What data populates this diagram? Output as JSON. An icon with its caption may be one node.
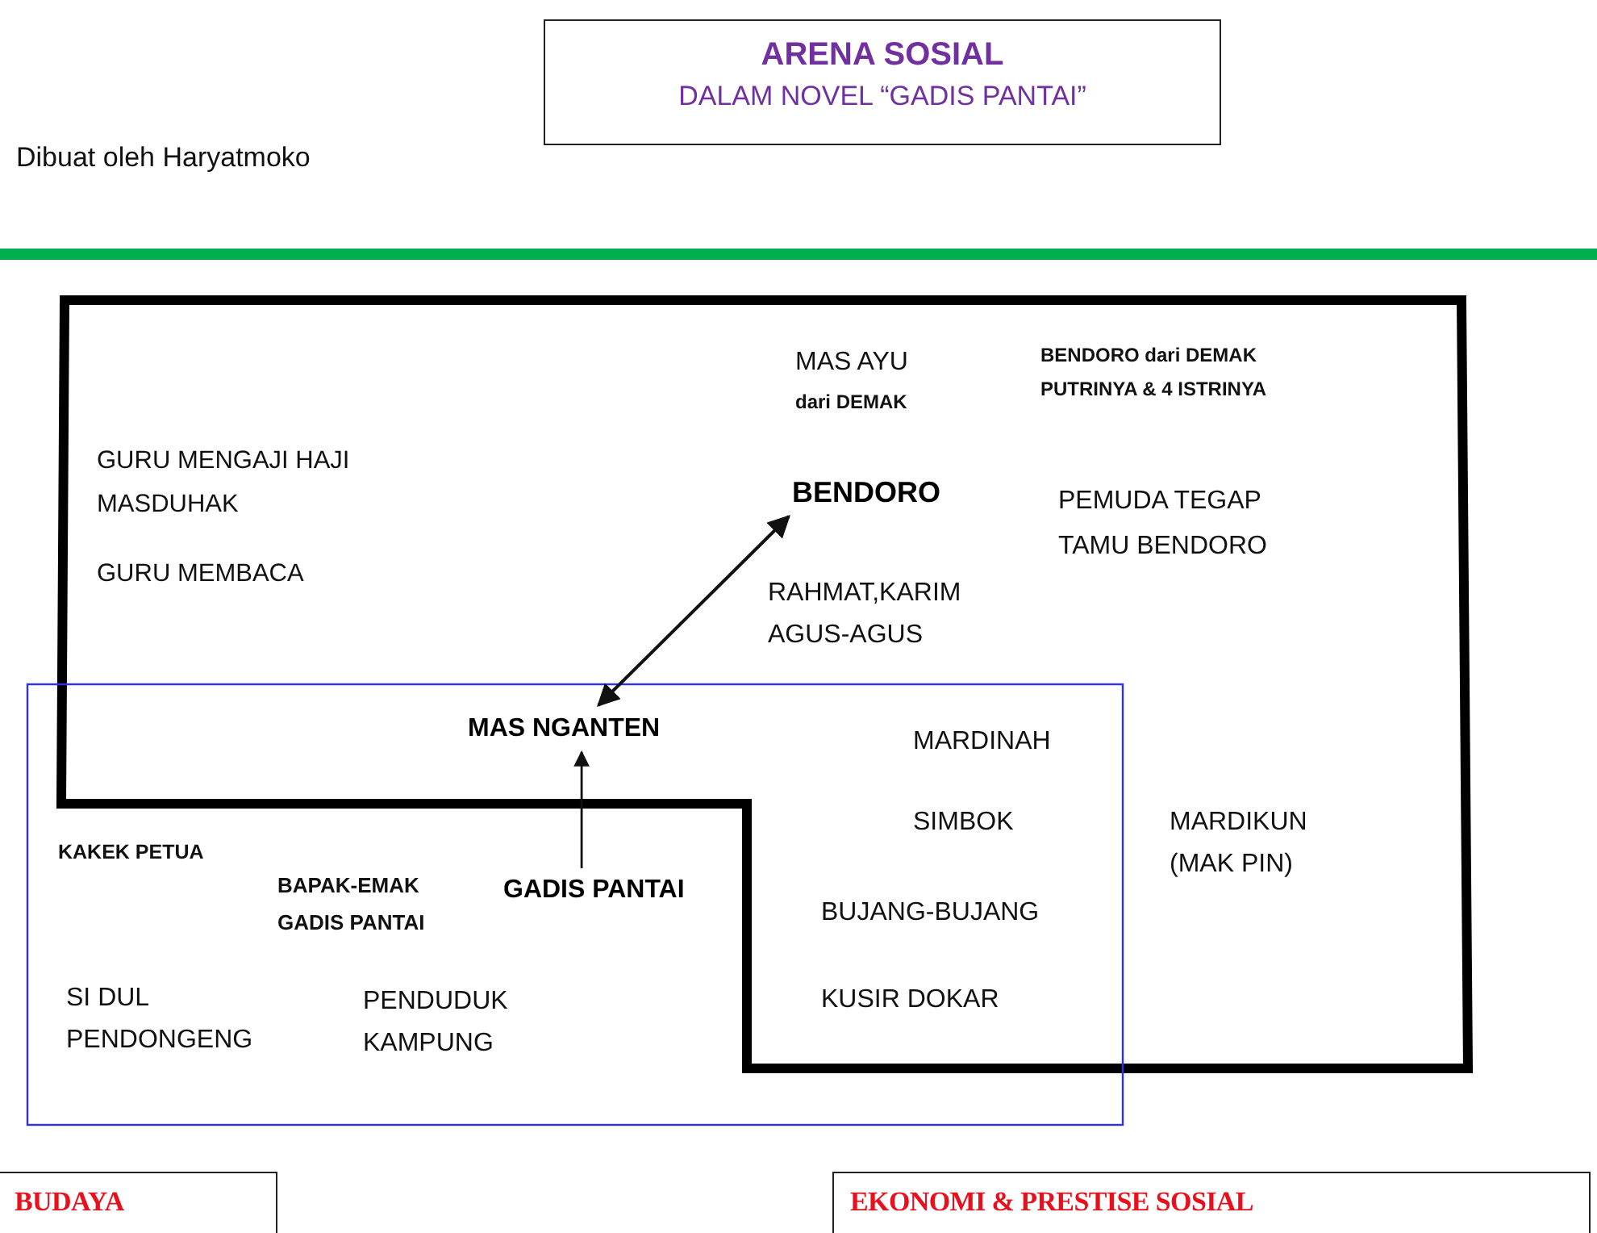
{
  "diagram": {
    "nodes": [
      {
        "text": [
          "ARENA SOSIAL",
          "DALAM NOVEL “GADIS PANTAI”"
        ]
      },
      {
        "text": [
          "BENDORO"
        ]
      },
      {
        "text": [
          "MAS NGANTEN"
        ]
      },
      {
        "text": [
          "GADIS PANTAI"
        ]
      },
      {
        "text": [
          "BUDAYA"
        ]
      },
      {
        "text": [
          "EKONOMI & PRESTISE SOSIAL"
        ]
      }
    ],
    "edges": [
      {
        "from": 2,
        "to": 1,
        "arrow": "both"
      },
      {
        "from": 3,
        "to": 2,
        "arrow": "to"
      }
    ],
    "labels": [
      "Dibuat oleh Haryatmoko",
      "MAS AYU",
      "BENDORO dari DEMAK PUTRINYA & 4 ISTRINYA",
      "dari DEMAK",
      "GURU MENGAJI HAJI MASDUHAK",
      "PEMUDA TEGAP TAMU BENDORO",
      "GURU MEMBACA",
      "RAHMAT,KARIM AGUS-AGUS",
      "MARDINAH",
      "SIMBOK",
      "MARDIKUN (MAK PIN)",
      "KAKEK PETUA",
      "BAPAK-EMAK GADIS PANTAI",
      "BUJANG-BUJANG",
      "SI DUL PENDONGENG",
      "PENDUDUK KAMPUNG",
      "KUSIR DOKAR"
    ]
  }
}
